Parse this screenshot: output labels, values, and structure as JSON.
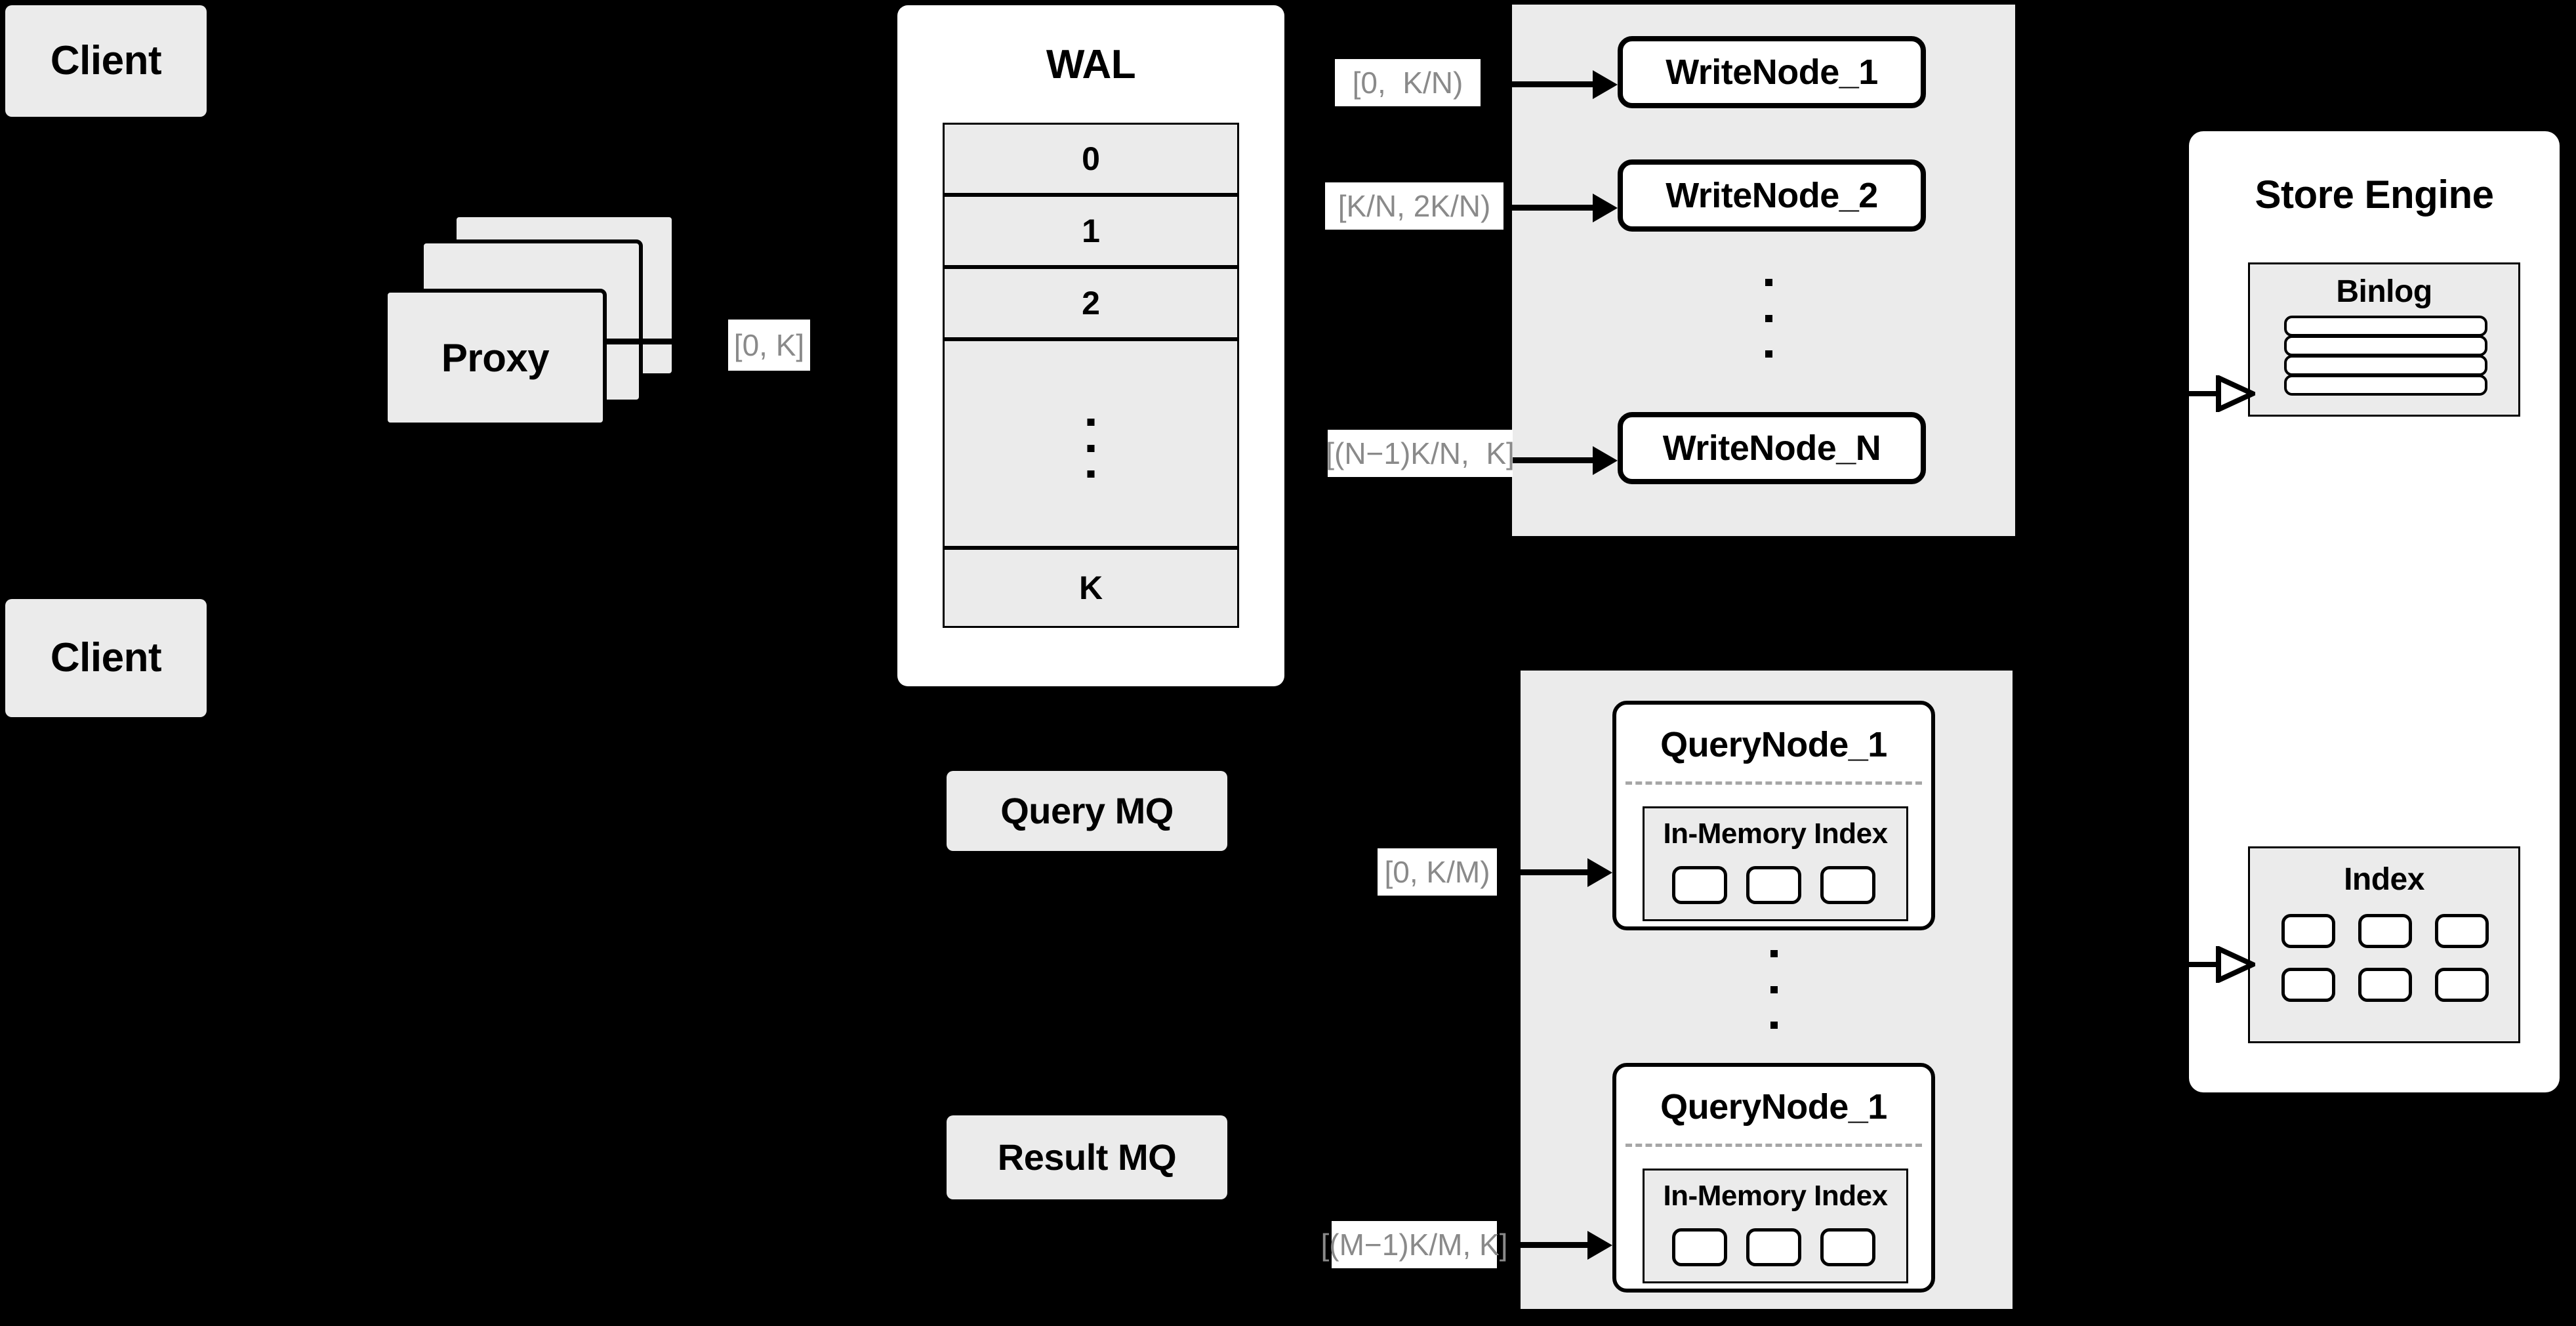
{
  "diagram": {
    "title": "Distributed Write/Query Architecture",
    "background_color": "#000000",
    "panel_fill": "#ebebeb",
    "card_fill": "#ffffff",
    "stroke_color": "#000000",
    "range_label_text_color": "#8a8a8a",
    "range_label_bg_color": "#ffffff",
    "dashed_divider_color": "#a6a6a6"
  },
  "clients": [
    {
      "label": "Client"
    },
    {
      "label": "Client"
    }
  ],
  "proxy": {
    "label": "Proxy",
    "stack_count": 3
  },
  "wal": {
    "title": "WAL",
    "rows": [
      {
        "label": "0"
      },
      {
        "label": "1"
      },
      {
        "label": "2"
      },
      {
        "label": "",
        "ellipsis": true
      },
      {
        "label": "K"
      }
    ]
  },
  "queues": [
    {
      "label": "Query MQ"
    },
    {
      "label": "Result MQ"
    }
  ],
  "write_cluster": {
    "nodes": [
      {
        "label": "WriteNode_1"
      },
      {
        "label": "WriteNode_2"
      },
      {
        "label": "WriteNode_N"
      }
    ],
    "has_ellipsis": true
  },
  "query_cluster": {
    "nodes": [
      {
        "label": "QueryNode_1",
        "index_title": "In-Memory Index",
        "index_cells": 3
      },
      {
        "label": "QueryNode_1",
        "index_title": "In-Memory Index",
        "index_cells": 3
      }
    ],
    "has_ellipsis": true
  },
  "store_engine": {
    "title": "Store Engine",
    "binlog": {
      "title": "Binlog",
      "rows": 4
    },
    "index": {
      "title": "Index",
      "cells": 6,
      "columns": 3,
      "rows": 2
    }
  },
  "range_labels": {
    "proxy_to_wal": "[0, K]",
    "wal_to_write_1": "[0,  K/N)",
    "wal_to_write_2": "[K/N, 2K/N)",
    "wal_to_write_n": "[(N−1)K/N,  K]",
    "mq_to_query_1": "[0, K/M)",
    "mq_to_query_m": "[(M−1)K/M, K]"
  }
}
